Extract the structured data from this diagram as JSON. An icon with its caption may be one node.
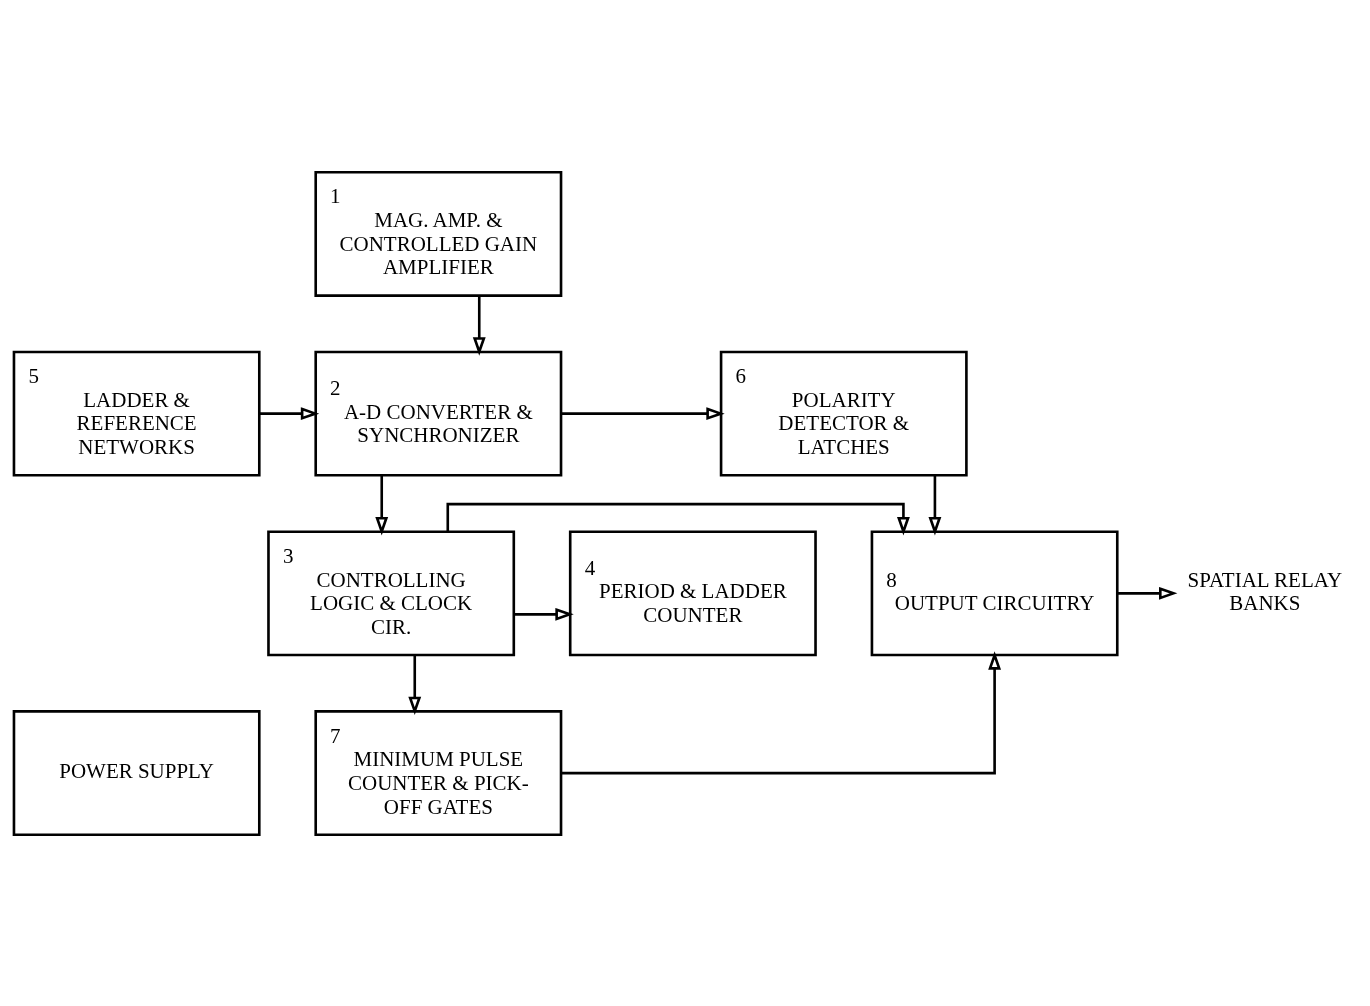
{
  "diagram": {
    "nodes": [
      {
        "text": [
          "1",
          "MAG. AMP. & CONTROLLED GAIN AMPLIFIER"
        ]
      },
      {
        "text": [
          "5",
          "LADDER & REFERENCE NETWORKS"
        ]
      },
      {
        "text": [
          "2",
          "A-D CONVERTER & SYNCHRONIZER"
        ]
      },
      {
        "text": [
          "6",
          "POLARITY DETECTOR & LATCHES"
        ]
      },
      {
        "text": [
          "4",
          "PERIOD & LADDER COUNTER"
        ]
      },
      {
        "text": [
          "3",
          "CONTROLLING LOGIC & CLOCK CIR."
        ]
      },
      {
        "text": [
          "8",
          "OUTPUT CIRCUITRY"
        ]
      },
      {
        "text": [
          "SPATIAL RELAY BANKS"
        ]
      },
      {
        "text": [
          "POWER SUPPLY"
        ]
      },
      {
        "text": [
          "7",
          "MINIMUM PULSE COUNTER & PICK-OFF GATES"
        ]
      }
    ],
    "edges": [
      {
        "from": 0,
        "to": 2,
        "arrow": "to"
      },
      {
        "from": 1,
        "to": 2,
        "arrow": "to"
      },
      {
        "from": 2,
        "to": 3,
        "arrow": "to"
      },
      {
        "from": 2,
        "to": 5,
        "arrow": "to"
      },
      {
        "from": 3,
        "to": 6,
        "arrow": "to"
      },
      {
        "from": 5,
        "to": 4,
        "arrow": "to"
      },
      {
        "from": 5,
        "to": 6,
        "arrow": "to"
      },
      {
        "from": 6,
        "to": 7,
        "arrow": "to"
      },
      {
        "from": 5,
        "to": 9,
        "arrow": "to"
      },
      {
        "from": 9,
        "to": 6,
        "arrow": "to"
      }
    ]
  }
}
